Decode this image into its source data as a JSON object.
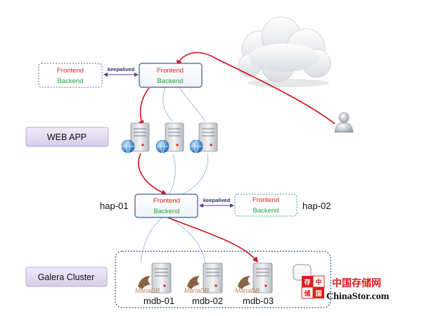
{
  "colors": {
    "frontend": "#d9241c",
    "backend": "#1f9e3f",
    "keepalived": "#2b2f6b",
    "traffic_arrow": "#c9141b",
    "link": "#9fc2dc",
    "tier_box": "#e3dcf1",
    "cluster_border": "#2d4e79"
  },
  "icons": {
    "internet": "cloud-icon",
    "client": "user-icon",
    "web_server": "server-globe-icon",
    "db_server": "server-icon",
    "database": "mariadb-seal-icon"
  },
  "top_lb": {
    "left": {
      "frontend": "Frontend",
      "backend": "Backend"
    },
    "right": {
      "frontend": "Frontend",
      "backend": "Backend"
    },
    "keepalived": "keepalived"
  },
  "web_tier": {
    "label": "WEB APP"
  },
  "haproxy": {
    "primary_name": "hap-01",
    "secondary_name": "hap-02",
    "primary": {
      "frontend": "Frontend",
      "backend": "Backend"
    },
    "secondary": {
      "frontend": "Frontend",
      "backend": "Backend"
    },
    "keepalived": "keepalived"
  },
  "galera": {
    "label": "Galera Cluster",
    "nodes": [
      {
        "name": "mdb-01",
        "logo_text": "MariaDB"
      },
      {
        "name": "mdb-02",
        "logo_text": "MariaDB"
      },
      {
        "name": "mdb-03",
        "logo_text": "MariaDB"
      }
    ]
  },
  "watermark": {
    "badge": [
      "存",
      "中",
      "储",
      "国"
    ],
    "cn": "中国存储网",
    "en": "ChinaStor.com"
  }
}
